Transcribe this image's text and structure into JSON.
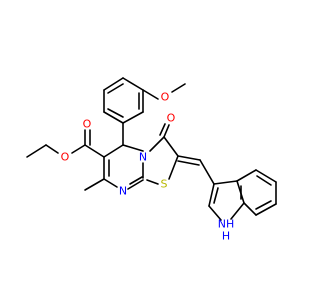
{
  "labels": {
    "O_methoxy": "O",
    "O_ester_carbonyl": "O",
    "O_ester": "O",
    "O_lactam": "O",
    "N_ring": "N",
    "N_imine": "N",
    "S": "S",
    "NH": "NH",
    "NH_sub": "H"
  },
  "colors": {
    "oxygen": "#ff0000",
    "nitrogen": "#0000ff",
    "sulfur": "#b8b800",
    "bond": "#000000"
  }
}
